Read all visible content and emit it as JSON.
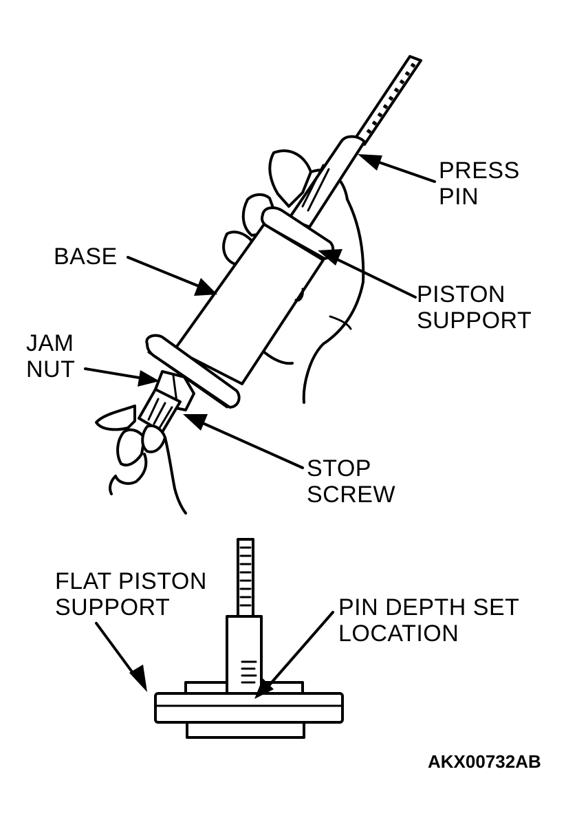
{
  "labels": {
    "press_pin": [
      "PRESS",
      "PIN"
    ],
    "base": "BASE",
    "piston_support": [
      "PISTON",
      "SUPPORT"
    ],
    "jam_nut": [
      "JAM",
      "NUT"
    ],
    "stop_screw": [
      "STOP",
      "SCREW"
    ],
    "flat_piston_support": [
      "FLAT PISTON",
      "SUPPORT"
    ],
    "pin_depth_set_location": [
      "PIN DEPTH SET",
      "LOCATION"
    ]
  },
  "figure_code": "AKX00732AB"
}
